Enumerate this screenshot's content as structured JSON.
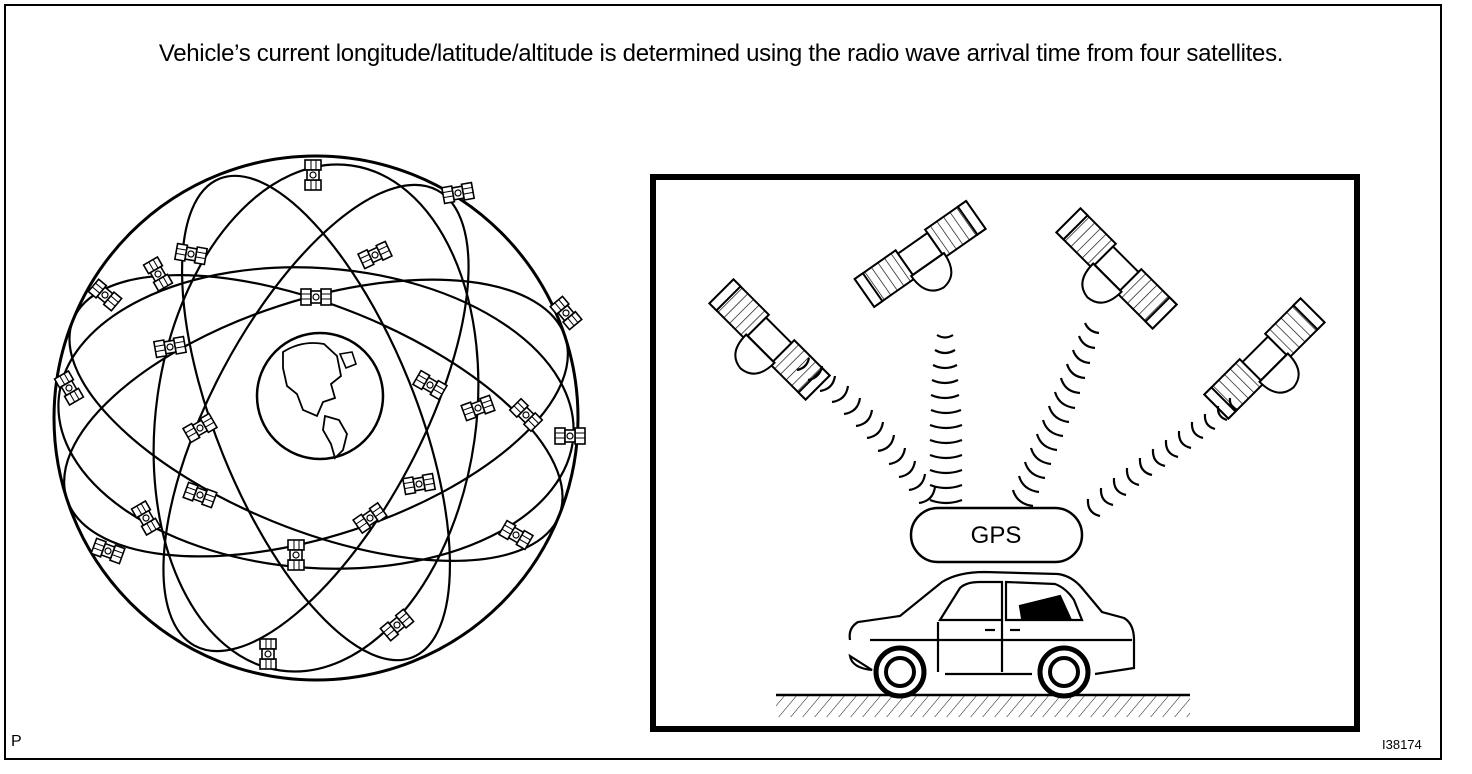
{
  "diagram": {
    "caption": "Vehicle’s current longitude/latitude/altitude is determined using the radio wave arrival time from four satellites.",
    "gps_label": "GPS",
    "corner_left": "P",
    "corner_right": "I38174"
  },
  "icons": {
    "globe": "earth-globe-icon",
    "satellite": "satellite-icon",
    "car": "sedan-car-icon",
    "wave": "radio-wave-icon"
  },
  "colors": {
    "line": "#000000",
    "background": "#ffffff"
  }
}
